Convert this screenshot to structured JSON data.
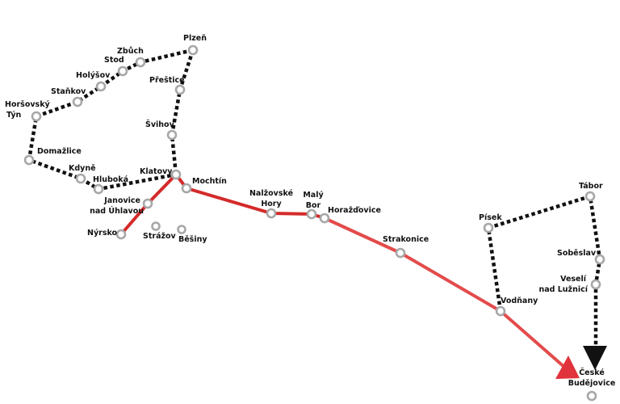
{
  "colors": {
    "red_route": "#d42a2a",
    "red_route_light": "#e34b4b",
    "dotted_route": "#111111",
    "station_ring": "#a7a7a7",
    "station_fill": "#ffffff",
    "arrow_black": "#111111",
    "arrow_red": "#e0333c"
  },
  "stations": {
    "plzen": "Plzeň",
    "zbuch": "Zbůch",
    "stod": "Stod",
    "holysov": "Holýšov",
    "stankov": "Staňkov",
    "horsovsky_tyn_1": "Horšovský",
    "horsovsky_tyn_2": "Týn",
    "domazlice": "Domažlice",
    "kdyne": "Kdyně",
    "hluboka": "Hluboká",
    "prestice": "Přeštice",
    "svihov": "Švihov",
    "klatovy": "Klatovy",
    "mochtin": "Mochtín",
    "janovice_1": "Janovice",
    "janovice_2": "nad Úhlavou",
    "nyrsko": "Nýrsko",
    "strazov": "Strážov",
    "besiny": "Běšiny",
    "nalzovske_1": "Nalžovské",
    "nalzovske_2": "Hory",
    "maly_bor_1": "Malý",
    "maly_bor_2": "Bor",
    "horazdovice": "Horažďovice",
    "strakonice": "Strakonice",
    "pisek": "Písek",
    "vodnany": "Vodňany",
    "tabor": "Tábor",
    "soběslav": "Soběslav",
    "veseli_1": "Veselí",
    "veseli_2": "nad Lužnicí",
    "ceske_1": "České",
    "ceske_2": "Budějovice"
  }
}
